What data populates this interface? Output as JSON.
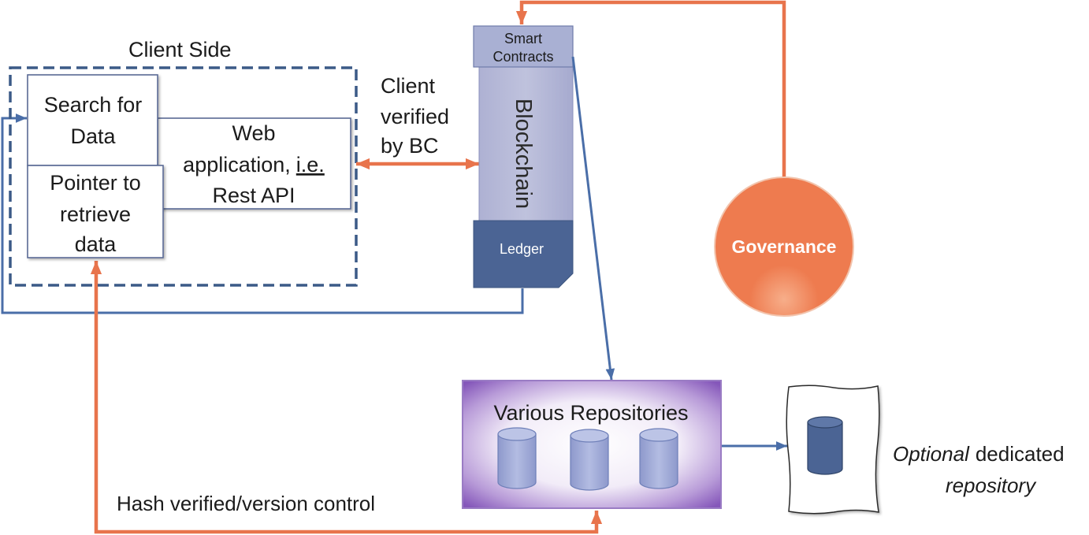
{
  "client_side": {
    "title": "Client Side",
    "search_box": {
      "lines": [
        "Search for",
        "Data"
      ]
    },
    "web_app_box": {
      "line1": "Web",
      "line2": "application,",
      "line2_abbreviation": "i.e.",
      "line3": "Rest API"
    },
    "pointer_box": {
      "lines": [
        "Pointer to",
        "retrieve",
        "data"
      ]
    }
  },
  "client_verified_label": {
    "lines": [
      "Client",
      "verified",
      "by BC"
    ]
  },
  "blockchain": {
    "smart_contracts": {
      "lines": [
        "Smart",
        "Contracts"
      ]
    },
    "label": "Blockchain",
    "ledger": "Ledger"
  },
  "governance": {
    "label": "Governance"
  },
  "repositories": {
    "title": "Various Repositories"
  },
  "dedicated_repository": {
    "italic_word": "Optional",
    "rest_of_line": "dedicated",
    "second_line": "repository"
  },
  "hash_label": "Hash verified/version control",
  "colors": {
    "orange_connector": "#E8744C",
    "blue_connector": "#4A6EA8",
    "governance_fill": "#EE7B4F",
    "ledger_fill": "#4B6494",
    "smart_contracts_fill": "#A9B0D3",
    "blockchain_fill": "#BFC2DD",
    "cylinder_fill": "#B3BCE2",
    "dedicated_cylinder_fill": "#4B6494",
    "client_side_border": "#3B5A87",
    "repositories_edge": "#8557BA"
  }
}
